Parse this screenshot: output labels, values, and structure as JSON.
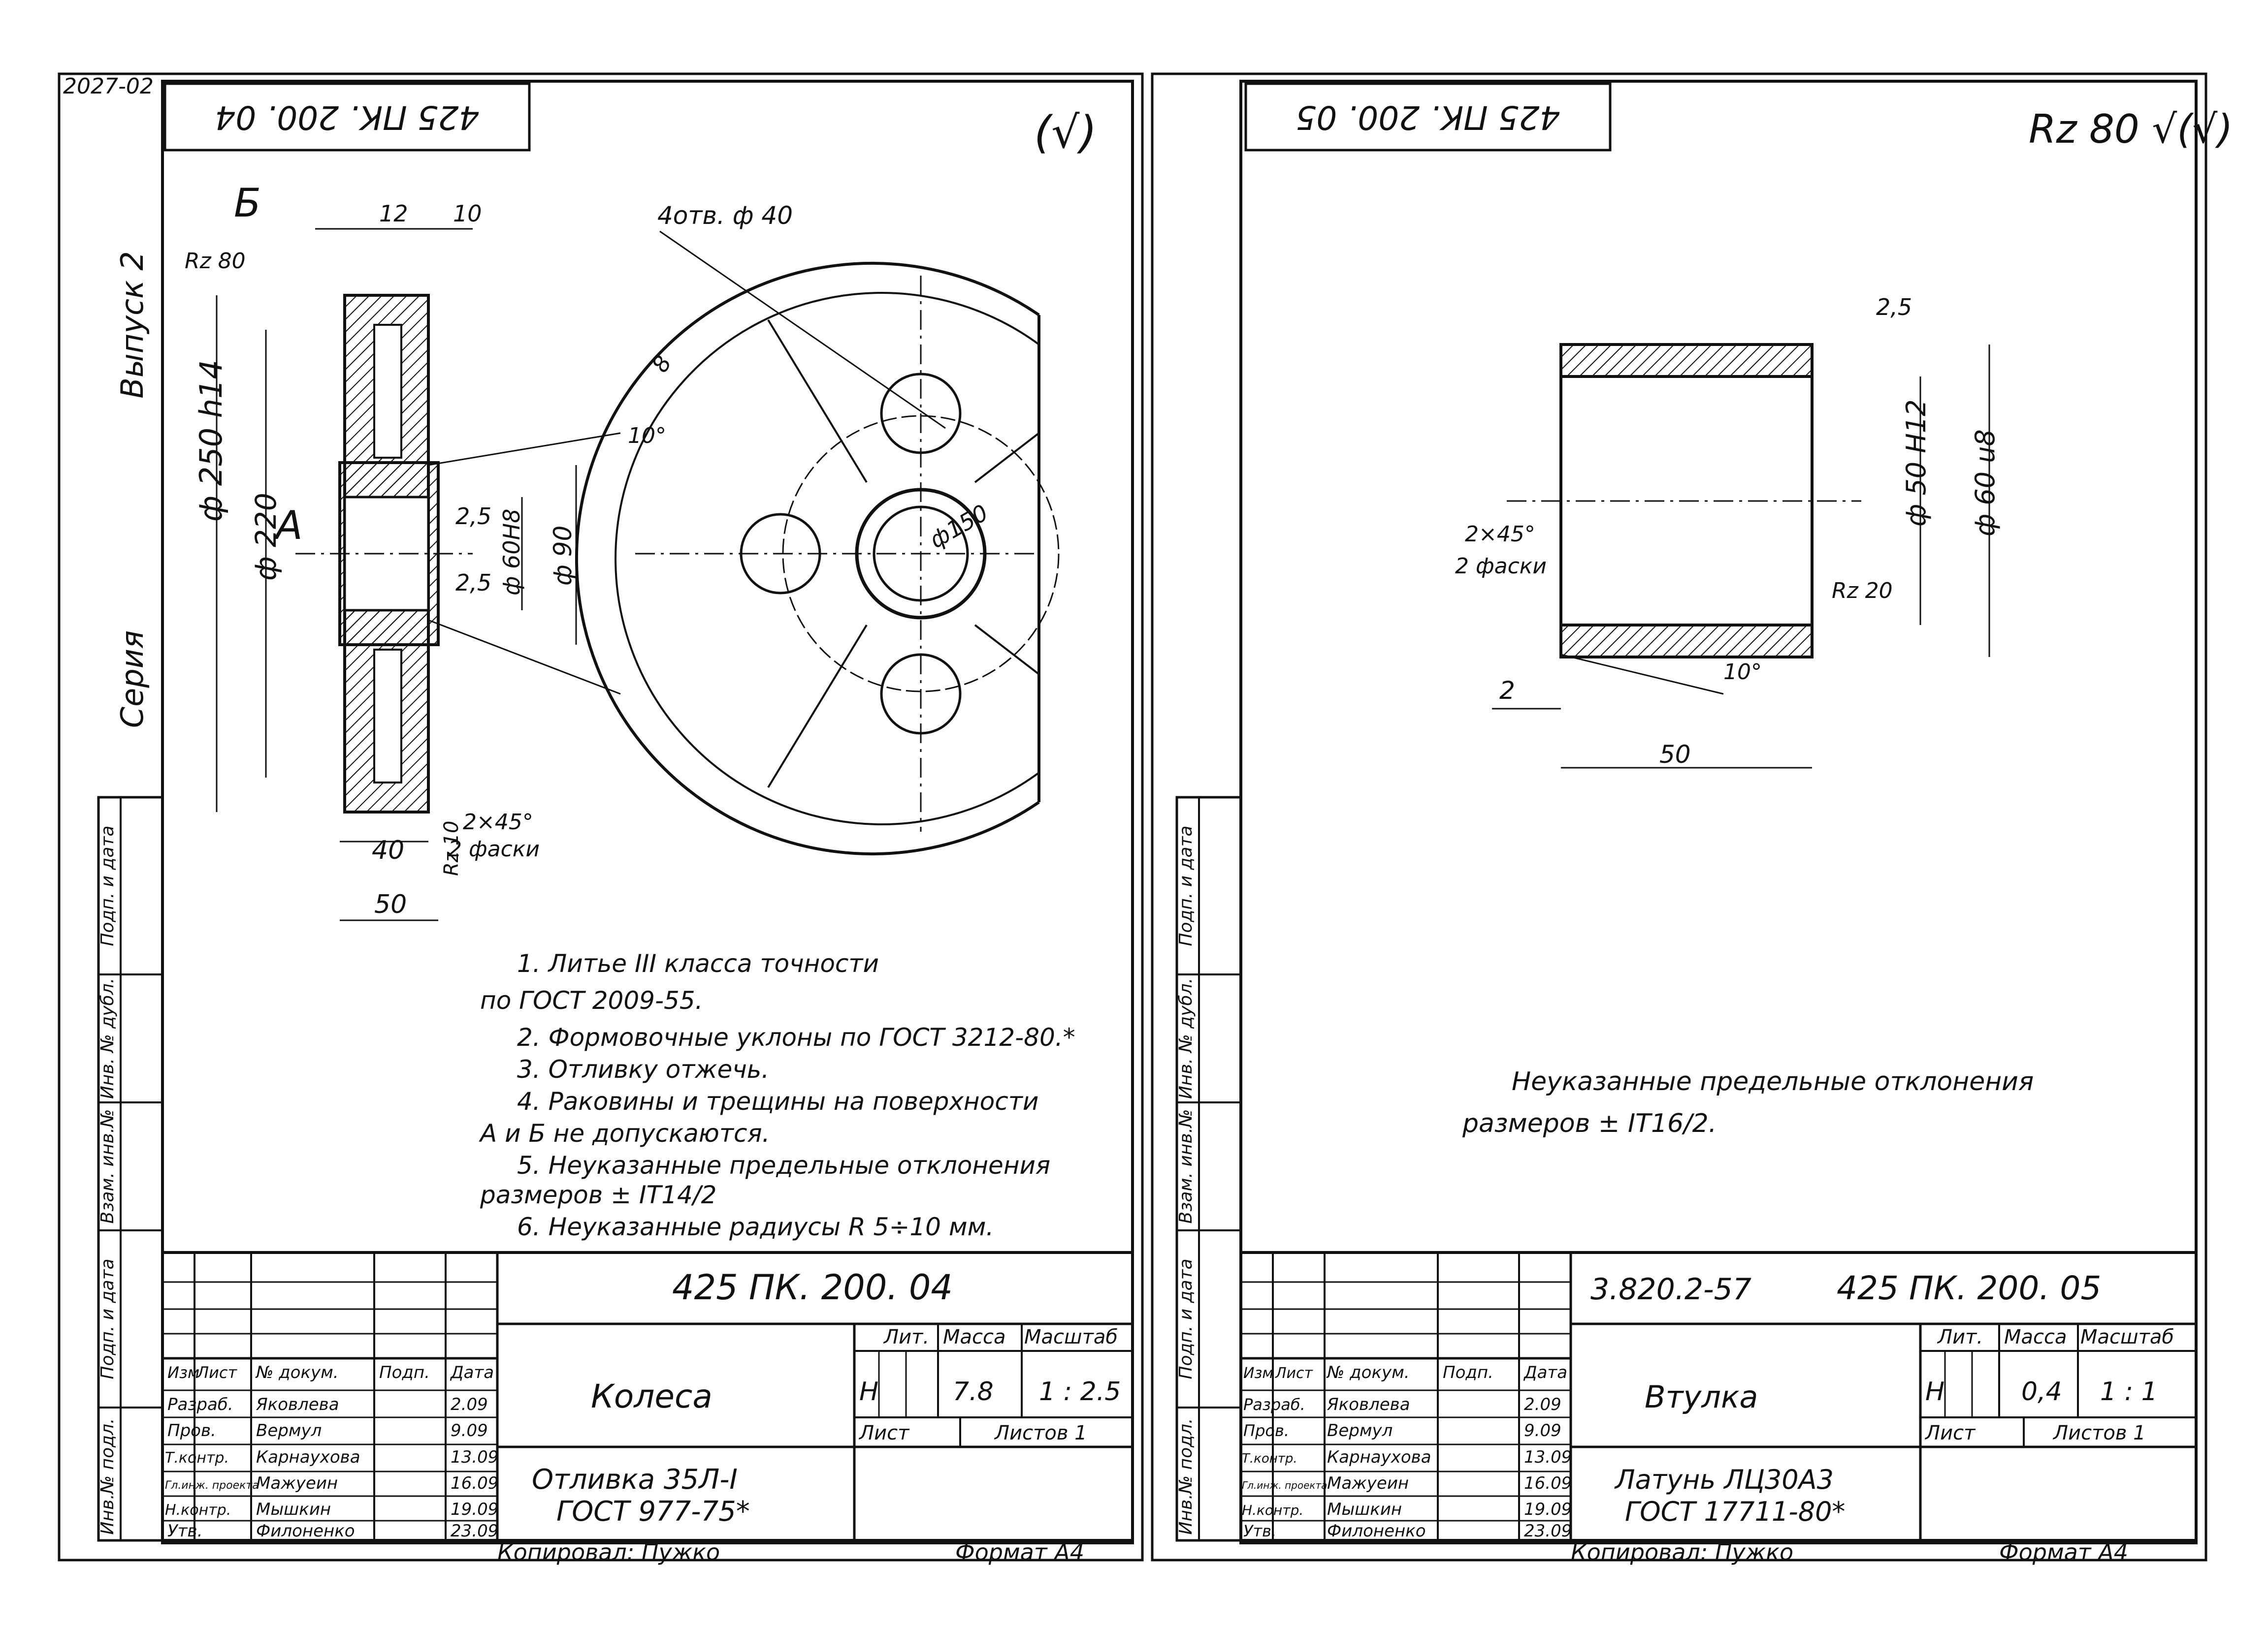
{
  "corner_mark": "2027-02",
  "copy_line": "Копировал: Пужко",
  "format_label": "Формат А4",
  "side_strip": {
    "release": "Выпуск 2",
    "series": "Серия",
    "fields": [
      "Подп. и дата",
      "Инв. № дубл.",
      "Взам. инв.№",
      "Подп. и дата",
      "Инв.№ подл."
    ]
  },
  "title_block_headers": {
    "izm": "Изм",
    "list": "Лист",
    "doc": "№ докум.",
    "sign": "Подп.",
    "date": "Дата",
    "lit": "Лит.",
    "mass": "Масса",
    "scale": "Масштаб",
    "sheet": "Лист",
    "sheets": "Листов 1",
    "litera": "Н"
  },
  "staff": [
    {
      "role": "Разраб.",
      "name": "Яковлева",
      "date": "2.09"
    },
    {
      "role": "Пров.",
      "name": "Вермул",
      "date": "9.09"
    },
    {
      "role": "Т.контр.",
      "name": "Карнаухова",
      "date": "13.09"
    },
    {
      "role": "Гл.инж. проекта",
      "name": "Мажуеин",
      "date": "16.09"
    },
    {
      "role": "Н.контр.",
      "name": "Мышкин",
      "date": "19.09"
    },
    {
      "role": "Утв.",
      "name": "Филоненко",
      "date": "23.09"
    }
  ],
  "sheet1": {
    "code_mirrored": "425 ПК. 200. 04",
    "code": "425 ПК. 200. 04",
    "name": "Колеса",
    "mass": "7.8",
    "scale": "1 : 2.5",
    "material_1": "Отливка 35Л-I",
    "material_2": "ГОСТ 977-75*",
    "roughness_general": "(√)",
    "view_letters": {
      "a": "А",
      "b": "Б"
    },
    "dims": {
      "d250": "ф 250 h14",
      "d220": "ф 220",
      "d90": "ф 90",
      "d60": "ф 60Н8",
      "w12": "12",
      "w10": "10",
      "w40": "40",
      "w50": "50",
      "c25a": "2,5",
      "c25b": "2,5",
      "angle": "10°",
      "chamfer_1": "2×45°",
      "chamfer_2": "2 фаски",
      "holes": "4отв. ф 40",
      "d150": "ф150",
      "rib": "8",
      "rz80": "Rz 80",
      "rz10": "Rz 10"
    },
    "notes": [
      "1. Литье III класса точности",
      "по ГОСТ 2009-55.",
      "2. Формовочные уклоны по ГОСТ 3212-80.*",
      "3. Отливку отжечь.",
      "4. Раковины и трещины на поверхности",
      "А и Б не допускаются.",
      "5. Неуказанные предельные отклонения",
      "размеров ± IT14/2",
      "6. Неуказанные радиусы R 5÷10 мм."
    ]
  },
  "sheet2": {
    "code_mirrored": "425 ПК. 200. 05",
    "series_code": "3.820.2-57",
    "code": "425 ПК. 200. 05",
    "name": "Втулка",
    "mass": "0,4",
    "scale": "1 : 1",
    "material_1": "Латунь ЛЦ30А3",
    "material_2": "ГОСТ 17711-80*",
    "roughness_general": "Rz 80 √(√)",
    "dims": {
      "d50": "ф 50 Н12",
      "d60": "ф 60 u8",
      "length": "50",
      "rz25": "2,5",
      "rz20": "Rz 20",
      "angle": "10°",
      "c2": "2",
      "chamfer_1": "2×45°",
      "chamfer_2": "2 фаски"
    },
    "notes": [
      "Неуказанные предельные отклонения",
      "размеров ± IT16/2."
    ]
  }
}
